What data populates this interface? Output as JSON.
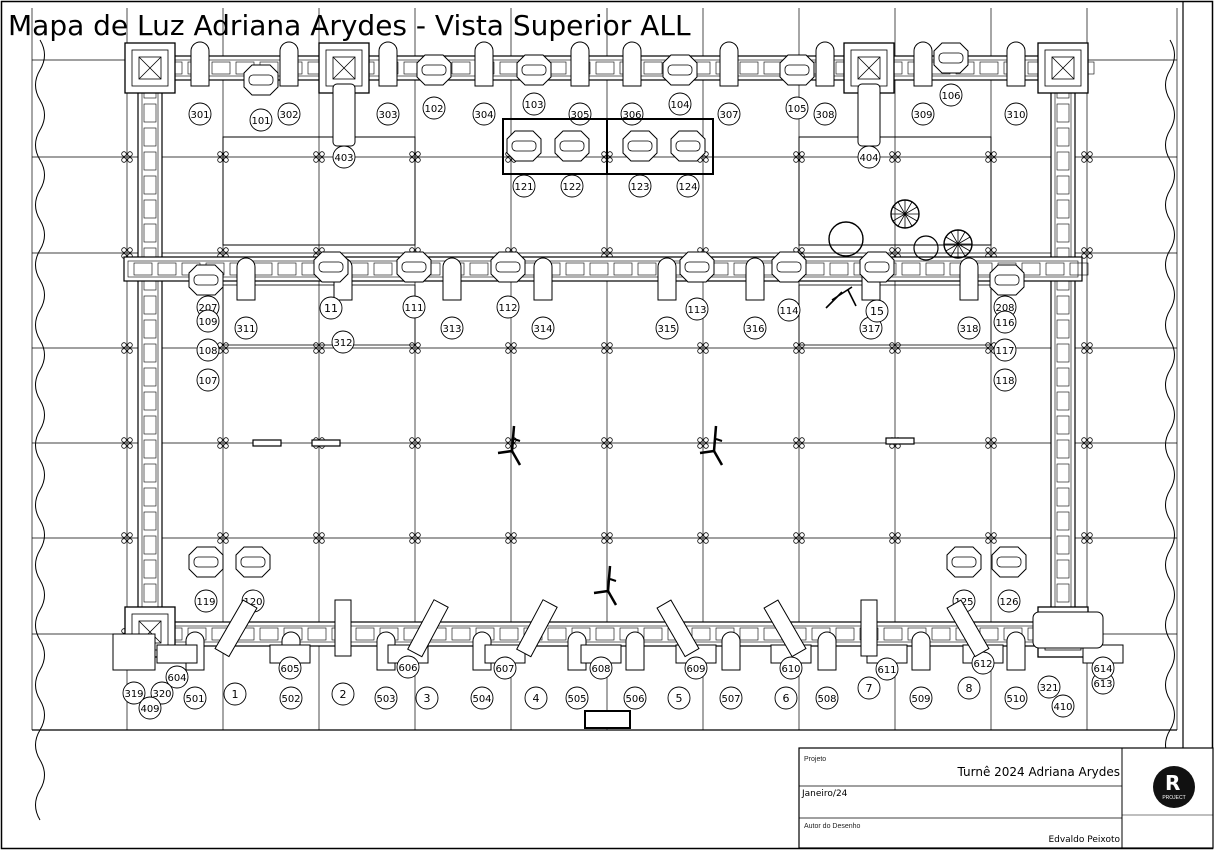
{
  "title": "Mapa de Luz Adriana Arydes - Vista Superior ALL",
  "title_block": {
    "project_label": "Projeto",
    "project_value": "Turnê 2024 Adriana Arydes",
    "date_value": "Janeiro/24",
    "author_label": "Autor do Desenho",
    "author_value": "Edvaldo Peixoto",
    "logo_text": "PROJECT"
  },
  "fixtures": {
    "top_spots": [
      {
        "id": "301"
      },
      {
        "id": "302"
      },
      {
        "id": "303"
      },
      {
        "id": "304"
      },
      {
        "id": "305"
      },
      {
        "id": "306"
      },
      {
        "id": "307"
      },
      {
        "id": "308"
      },
      {
        "id": "309"
      },
      {
        "id": "310"
      }
    ],
    "top_washes": [
      {
        "id": "101"
      },
      {
        "id": "102"
      },
      {
        "id": "103"
      },
      {
        "id": "104"
      },
      {
        "id": "105"
      },
      {
        "id": "106"
      }
    ],
    "center_pod": [
      {
        "id": "121"
      },
      {
        "id": "122"
      },
      {
        "id": "123"
      },
      {
        "id": "124"
      }
    ],
    "drops": [
      {
        "id": "403"
      },
      {
        "id": "404"
      }
    ],
    "mid_spots": [
      {
        "id": "311"
      },
      {
        "id": "312"
      },
      {
        "id": "313"
      },
      {
        "id": "314"
      },
      {
        "id": "315"
      },
      {
        "id": "316"
      },
      {
        "id": "317"
      },
      {
        "id": "318"
      }
    ],
    "mid_washes": [
      {
        "id": "11"
      },
      {
        "id": "111"
      },
      {
        "id": "112"
      },
      {
        "id": "113"
      },
      {
        "id": "114"
      },
      {
        "id": "15"
      }
    ],
    "left_stack": [
      {
        "id": "207"
      },
      {
        "id": "109"
      },
      {
        "id": "108"
      },
      {
        "id": "107"
      }
    ],
    "right_stack": [
      {
        "id": "208"
      },
      {
        "id": "116"
      },
      {
        "id": "117"
      },
      {
        "id": "118"
      }
    ],
    "bottom_washes": [
      {
        "id": "119"
      },
      {
        "id": "120"
      },
      {
        "id": "125"
      },
      {
        "id": "126"
      }
    ],
    "bottom_spots": [
      {
        "id": "501"
      },
      {
        "id": "502"
      },
      {
        "id": "503"
      },
      {
        "id": "504"
      },
      {
        "id": "505"
      },
      {
        "id": "506"
      },
      {
        "id": "507"
      },
      {
        "id": "508"
      },
      {
        "id": "509"
      },
      {
        "id": "510"
      }
    ],
    "bottom_blinders": [
      {
        "id": "604"
      },
      {
        "id": "605"
      },
      {
        "id": "606"
      },
      {
        "id": "607"
      },
      {
        "id": "608"
      },
      {
        "id": "609"
      },
      {
        "id": "610"
      },
      {
        "id": "611"
      },
      {
        "id": "612"
      },
      {
        "id": "613"
      }
    ],
    "bottom_strobes": [
      {
        "id": "1"
      },
      {
        "id": "2"
      },
      {
        "id": "3"
      },
      {
        "id": "4"
      },
      {
        "id": "5"
      },
      {
        "id": "6"
      },
      {
        "id": "7"
      },
      {
        "id": "8"
      }
    ],
    "bottom_corner": [
      {
        "id": "319"
      },
      {
        "id": "320"
      },
      {
        "id": "409"
      },
      {
        "id": "321"
      },
      {
        "id": "410"
      },
      {
        "id": "614"
      }
    ]
  }
}
